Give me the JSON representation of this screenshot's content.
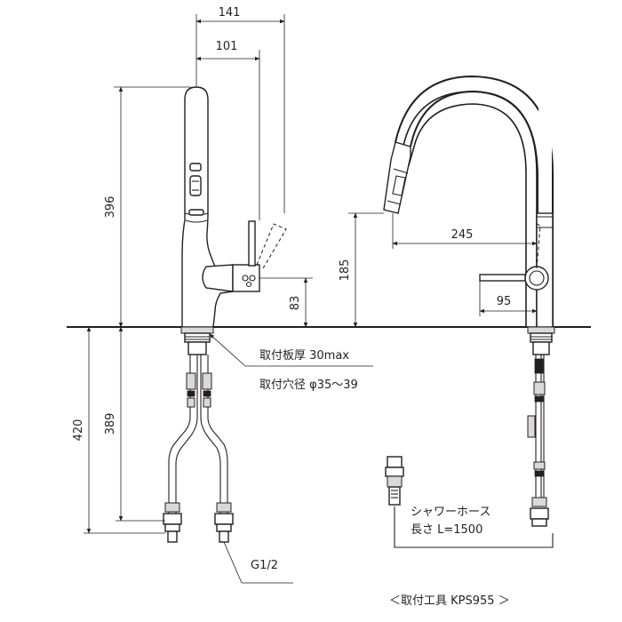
{
  "dimensions": {
    "d141": "141",
    "d101": "101",
    "d396": "396",
    "d83": "83",
    "d185": "185",
    "d245": "245",
    "d95": "95",
    "d420": "420",
    "d389": "389"
  },
  "notes": {
    "plate_thickness": "取付板厚 30max",
    "hole_diameter": "取付穴径 φ35～39",
    "hose_line1": "シャワーホース",
    "hose_line2": "長さ L=1500",
    "thread": "G1/2",
    "tool": "＜取付工具 KPS955 ＞"
  }
}
